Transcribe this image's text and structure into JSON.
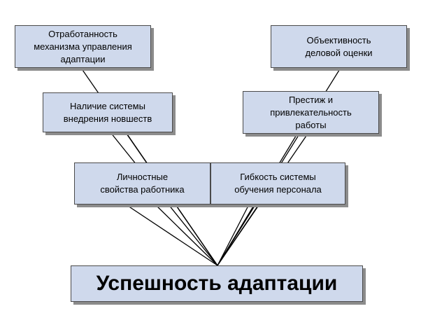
{
  "diagram": {
    "factors": {
      "mechanism": "Отработанность\nмеханизма управления\nадаптации",
      "objectivity": "Объективность\nделовой оценки",
      "innovation": "Наличие системы\nвнедрения новшеств",
      "prestige": "Престиж и\nпривлекательность\nработы",
      "personal": "Личностные\nсвойства работника",
      "training": "Гибкость системы\nобучения персонала"
    },
    "result": "Успешность адаптации"
  },
  "colors": {
    "box_fill": "#cfd9ec",
    "box_border": "#4a4a4a",
    "box_shadow": "#8c8c8c",
    "connector": "#000000"
  }
}
